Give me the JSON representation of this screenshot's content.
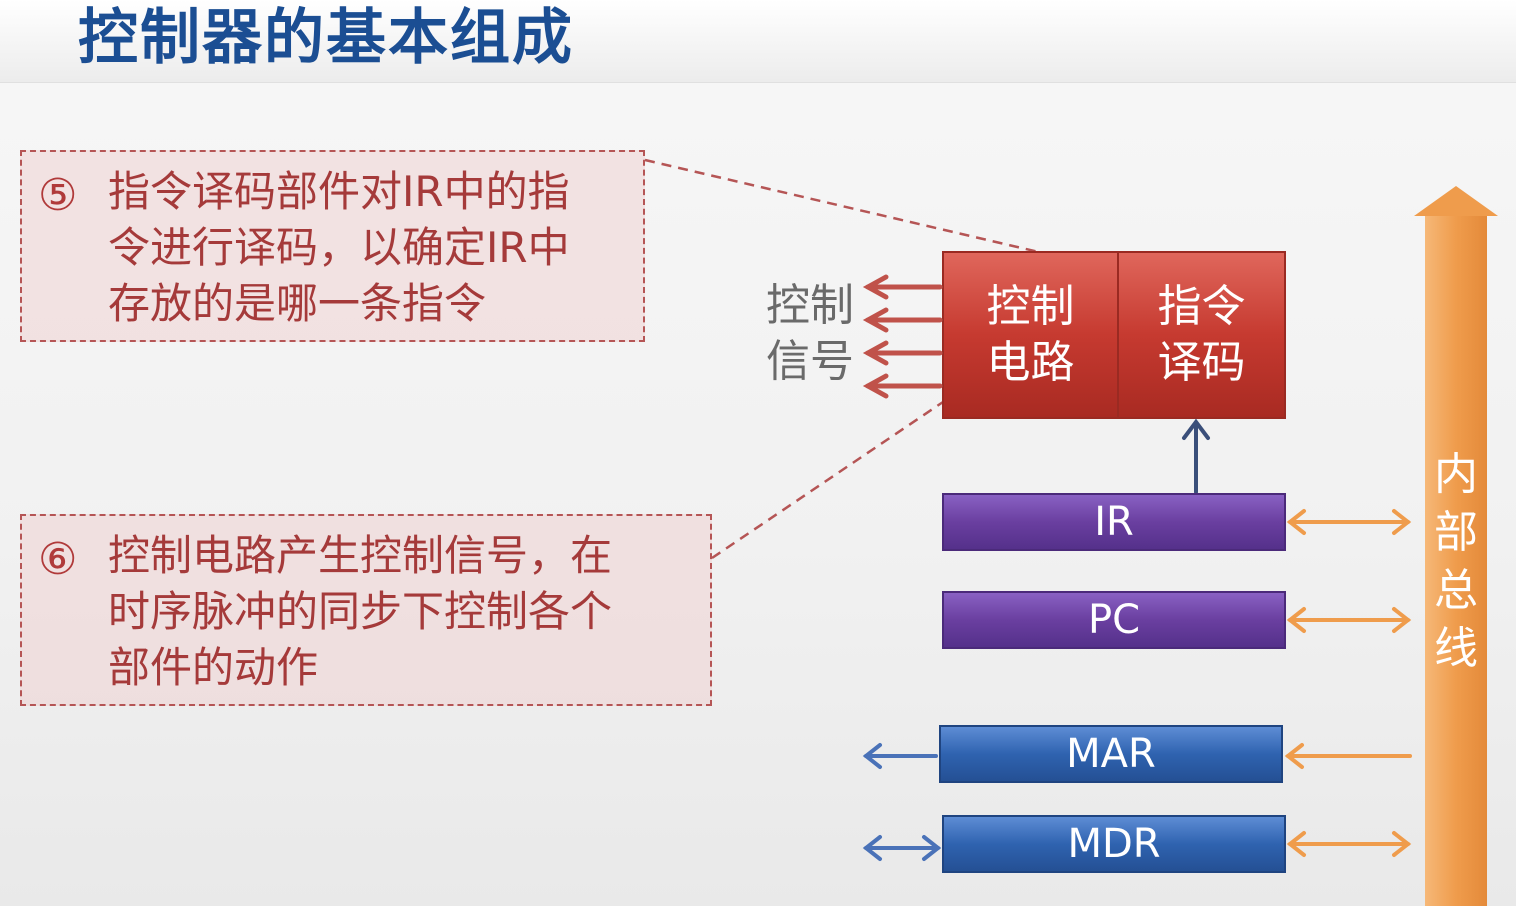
{
  "title": "控制器的基本组成",
  "callout5": {
    "number": "⑤",
    "lines": [
      "指令译码部件对IR中的指",
      "令进行译码，以确定IR中",
      "存放的是哪一条指令"
    ]
  },
  "callout6": {
    "number": "⑥",
    "lines": [
      "控制电路产生控制信号，在",
      "时序脉冲的同步下控制各个",
      "部件的动作"
    ]
  },
  "control_signal_label": [
    "控制",
    "信号"
  ],
  "control_circuit_label": [
    "控制",
    "电路"
  ],
  "decoder_label": [
    "指令",
    "译码"
  ],
  "registers": {
    "ir": "IR",
    "pc": "PC",
    "mar": "MAR",
    "mdr": "MDR"
  },
  "bus_label": [
    "内",
    "部",
    "总",
    "线"
  ],
  "colors": {
    "title": "#1b4e93",
    "callout_text": "#a53a3a",
    "control_box": "#c0392b",
    "purple_register": "#6a3fa0",
    "blue_register": "#2f63b0",
    "bus": "#f0a050"
  }
}
